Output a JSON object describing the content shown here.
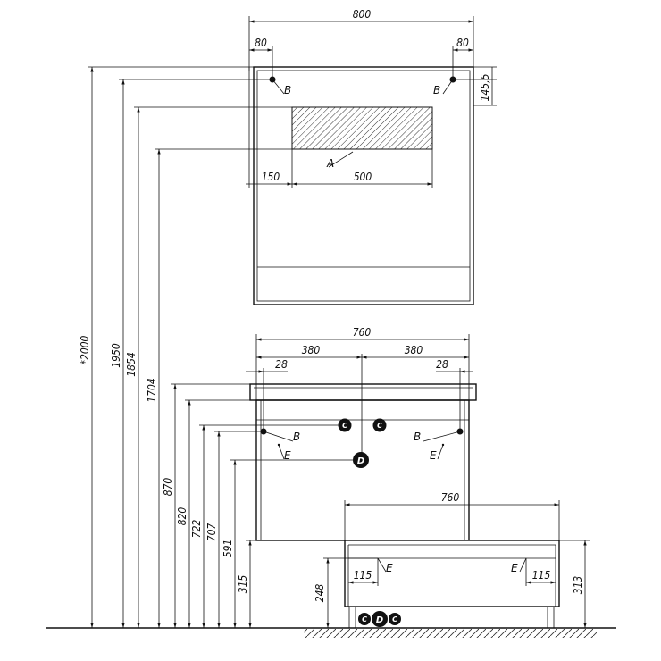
{
  "dimensions": {
    "mirror_width": "800",
    "mirror_margin_left": "80",
    "mirror_margin_right": "80",
    "mirror_top_offset": "145,5",
    "lamp_offset": "150",
    "lamp_width": "500",
    "vanity_width": "760",
    "vanity_half_left": "380",
    "vanity_half_right": "380",
    "vanity_edge_left": "28",
    "vanity_edge_right": "28",
    "side_cabinet_width": "760",
    "side_offset_left": "115",
    "side_offset_right": "115",
    "height_total": "*2000",
    "height_1950": "1950",
    "height_1854": "1854",
    "height_1704": "1704",
    "height_870": "870",
    "height_820": "820",
    "height_722": "722",
    "height_707": "707",
    "height_591": "591",
    "height_315": "315",
    "height_248": "248",
    "height_313": "313"
  },
  "labels": {
    "a": "A",
    "b": "B",
    "e": "E",
    "c": "C",
    "d": "D"
  }
}
